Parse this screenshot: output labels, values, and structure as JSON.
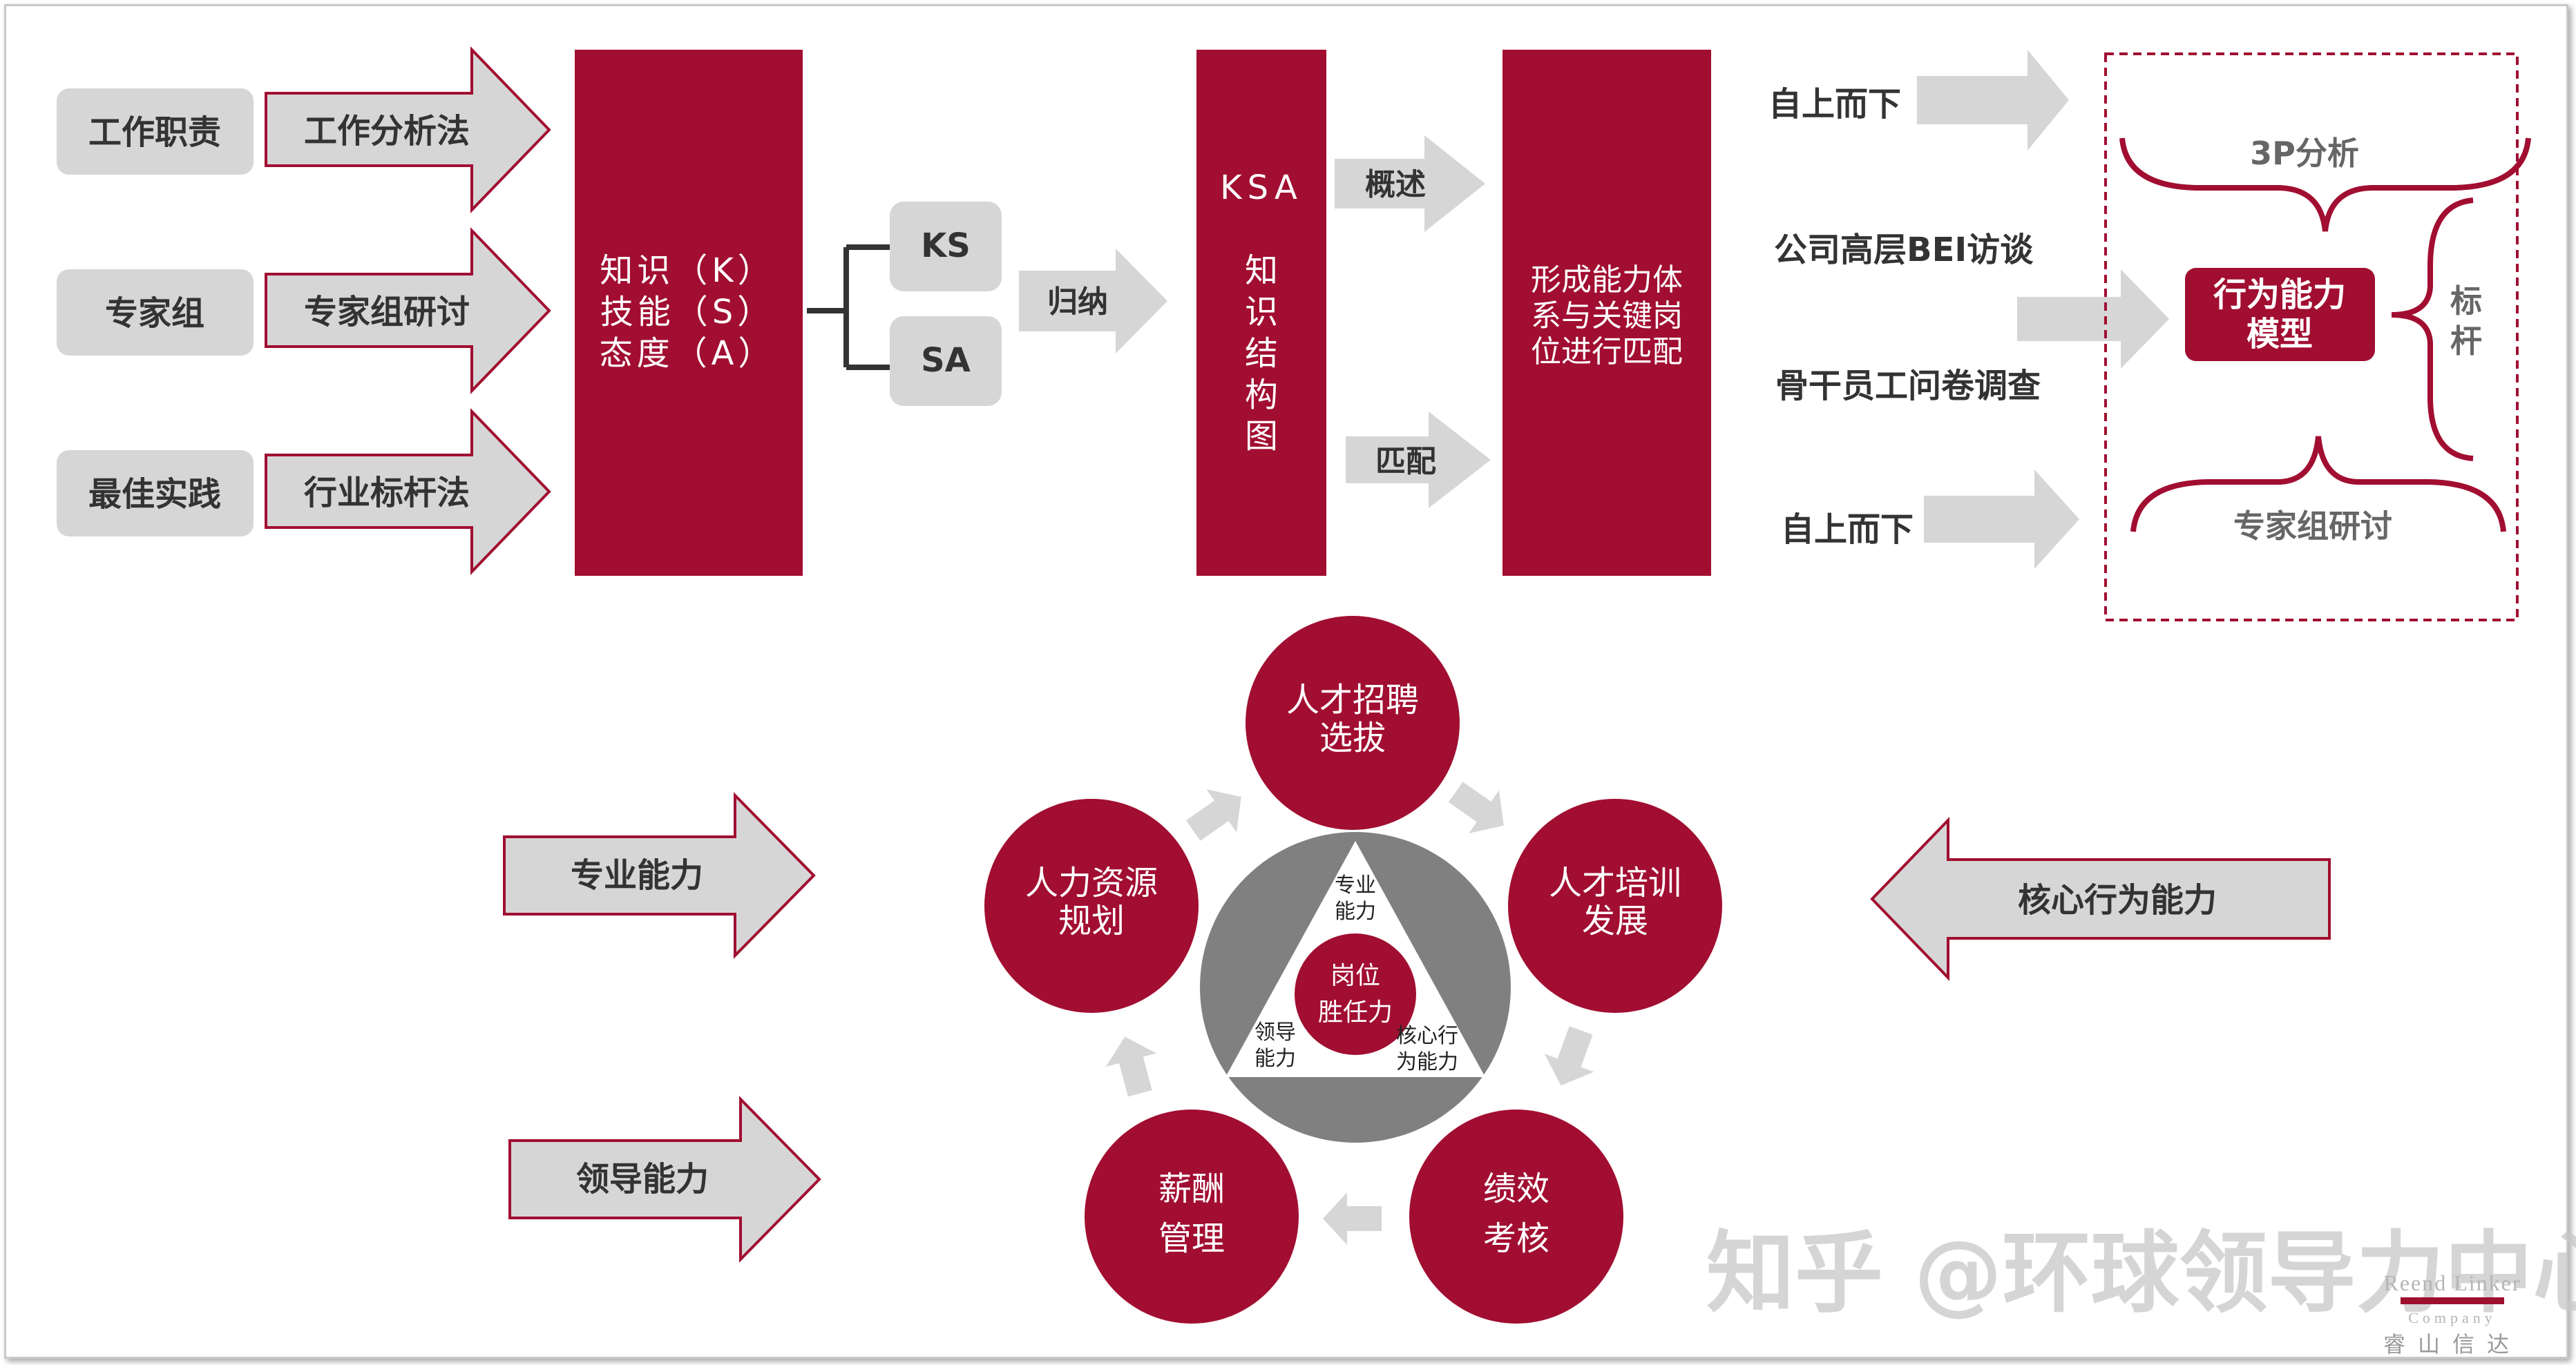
{
  "colors": {
    "crimson": "#a10e31",
    "gray": "#d6d6d6",
    "dark_gray": "#808080",
    "text": "#333333"
  },
  "top_left": {
    "sources": [
      "工作职责",
      "专家组",
      "最佳实践"
    ],
    "methods": [
      "工作分析法",
      "专家组研讨",
      "行业标杆法"
    ],
    "ksa_box": [
      "知识（K）",
      "技能（S）",
      "态度（A）"
    ],
    "ks": "KS",
    "sa": "SA",
    "summarize_arrow": "归纳",
    "ksa_title": "KSA",
    "ksa_chart": [
      "知",
      "识",
      "结",
      "构",
      "图"
    ],
    "overview_arrow": "概述",
    "match_arrow": "匹配",
    "result_box": [
      "形成能力体",
      "系与关键岗",
      "位进行匹配"
    ]
  },
  "top_right": {
    "top_down_1": "自上而下",
    "bei": "公司高层BEI访谈",
    "survey": "骨干员工问卷调查",
    "top_down_2": "自上而下",
    "analysis_3p": "3P分析",
    "model": [
      "行为能力",
      "模型"
    ],
    "benchmark": [
      "标",
      "杆"
    ],
    "expert_seminar": "专家组研讨"
  },
  "bottom": {
    "left_arrows": [
      "专业能力",
      "领导能力"
    ],
    "right_arrow": "核心行为能力",
    "cycle": [
      [
        "人才招聘",
        "选拔"
      ],
      [
        "人才培训",
        "发展"
      ],
      [
        "绩效",
        "考核"
      ],
      [
        "薪酬",
        "管理"
      ],
      [
        "人力资源",
        "规划"
      ]
    ],
    "triangle": {
      "top": [
        "专业",
        "能力"
      ],
      "left": [
        "领导",
        "能力"
      ],
      "right": [
        "核心行",
        "为能力"
      ],
      "center": [
        "岗位",
        "胜任力"
      ]
    }
  },
  "watermark": {
    "text": "知乎 @环球领导力中心",
    "logo_line1": "Reend Linker",
    "logo_line2": "Company",
    "logo_line3": "睿山信达"
  }
}
